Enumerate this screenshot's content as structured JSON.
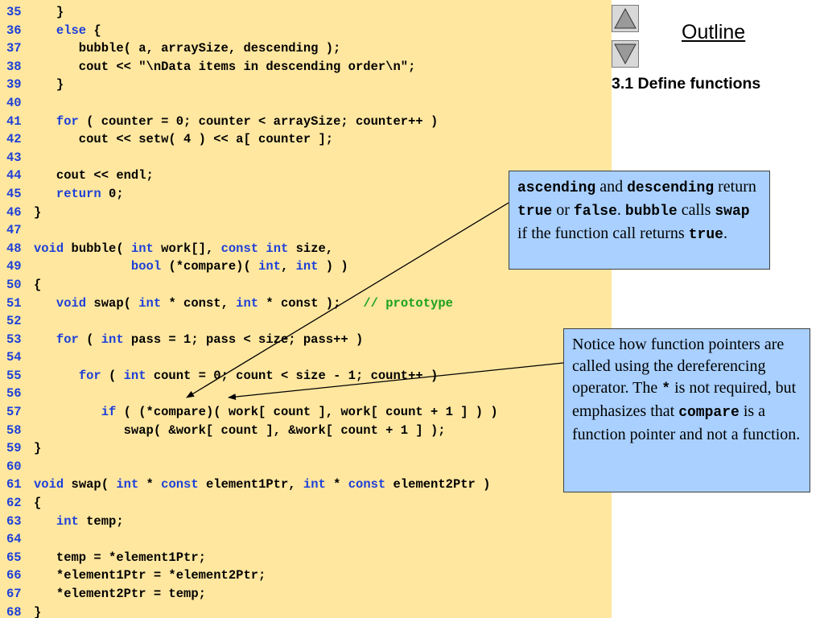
{
  "code_lines": [
    {
      "num": "35",
      "segs": [
        [
          "",
          "   }"
        ]
      ]
    },
    {
      "num": "36",
      "segs": [
        [
          "",
          "   "
        ],
        [
          "kw",
          "else"
        ],
        [
          "",
          " {"
        ]
      ]
    },
    {
      "num": "37",
      "segs": [
        [
          "",
          "      bubble( a, arraySize, descending );"
        ]
      ]
    },
    {
      "num": "38",
      "segs": [
        [
          "",
          "      cout << \"\\nData items in descending order\\n\";"
        ]
      ]
    },
    {
      "num": "39",
      "segs": [
        [
          "",
          "   }"
        ]
      ]
    },
    {
      "num": "40",
      "segs": []
    },
    {
      "num": "41",
      "segs": [
        [
          "",
          "   "
        ],
        [
          "kw",
          "for"
        ],
        [
          "",
          " ( counter = 0; counter < arraySize; counter++ )"
        ]
      ]
    },
    {
      "num": "42",
      "segs": [
        [
          "",
          "      cout << setw( 4 ) << a[ counter ];"
        ]
      ]
    },
    {
      "num": "43",
      "segs": []
    },
    {
      "num": "44",
      "segs": [
        [
          "",
          "   cout << endl;"
        ]
      ]
    },
    {
      "num": "45",
      "segs": [
        [
          "",
          "   "
        ],
        [
          "kw",
          "return"
        ],
        [
          "",
          " 0;"
        ]
      ]
    },
    {
      "num": "46",
      "segs": [
        [
          "",
          "}"
        ]
      ]
    },
    {
      "num": "47",
      "segs": []
    },
    {
      "num": "48",
      "segs": [
        [
          "kw",
          "void"
        ],
        [
          "",
          " bubble( "
        ],
        [
          "kw",
          "int"
        ],
        [
          "",
          " work[], "
        ],
        [
          "kw",
          "const"
        ],
        [
          "",
          " "
        ],
        [
          "kw",
          "int"
        ],
        [
          "",
          " size,"
        ]
      ]
    },
    {
      "num": "49",
      "segs": [
        [
          "",
          "             "
        ],
        [
          "kw",
          "bool"
        ],
        [
          "",
          " (*compare)( "
        ],
        [
          "kw",
          "int"
        ],
        [
          "",
          ", "
        ],
        [
          "kw",
          "int"
        ],
        [
          "",
          " ) )"
        ]
      ]
    },
    {
      "num": "50",
      "segs": [
        [
          "",
          "{"
        ]
      ]
    },
    {
      "num": "51",
      "segs": [
        [
          "",
          "   "
        ],
        [
          "kw",
          "void"
        ],
        [
          "",
          " swap( "
        ],
        [
          "kw",
          "int"
        ],
        [
          "",
          " * const, "
        ],
        [
          "kw",
          "int"
        ],
        [
          "",
          " * const );   "
        ],
        [
          "cm",
          "// prototype"
        ]
      ]
    },
    {
      "num": "52",
      "segs": []
    },
    {
      "num": "53",
      "segs": [
        [
          "",
          "   "
        ],
        [
          "kw",
          "for"
        ],
        [
          "",
          " ( "
        ],
        [
          "kw",
          "int"
        ],
        [
          "",
          " pass = 1; pass < size; pass++ )"
        ]
      ]
    },
    {
      "num": "54",
      "segs": []
    },
    {
      "num": "55",
      "segs": [
        [
          "",
          "      "
        ],
        [
          "kw",
          "for"
        ],
        [
          "",
          " ( "
        ],
        [
          "kw",
          "int"
        ],
        [
          "",
          " count = 0; count < size - 1; count++ )"
        ]
      ]
    },
    {
      "num": "56",
      "segs": []
    },
    {
      "num": "57",
      "segs": [
        [
          "",
          "         "
        ],
        [
          "kw",
          "if"
        ],
        [
          "",
          " ( (*compare)( work[ count ], work[ count + 1 ] ) )"
        ]
      ]
    },
    {
      "num": "58",
      "segs": [
        [
          "",
          "            swap( &work[ count ], &work[ count + 1 ] );"
        ]
      ]
    },
    {
      "num": "59",
      "segs": [
        [
          "",
          "}"
        ]
      ]
    },
    {
      "num": "60",
      "segs": []
    },
    {
      "num": "61",
      "segs": [
        [
          "kw",
          "void"
        ],
        [
          "",
          " swap( "
        ],
        [
          "kw",
          "int"
        ],
        [
          "",
          " * "
        ],
        [
          "kw",
          "const"
        ],
        [
          "",
          " element1Ptr, "
        ],
        [
          "kw",
          "int"
        ],
        [
          "",
          " * "
        ],
        [
          "kw",
          "const"
        ],
        [
          "",
          " element2Ptr )"
        ]
      ]
    },
    {
      "num": "62",
      "segs": [
        [
          "",
          "{"
        ]
      ]
    },
    {
      "num": "63",
      "segs": [
        [
          "",
          "   "
        ],
        [
          "kw",
          "int"
        ],
        [
          "",
          " temp;"
        ]
      ]
    },
    {
      "num": "64",
      "segs": []
    },
    {
      "num": "65",
      "segs": [
        [
          "",
          "   temp = *element1Ptr;"
        ]
      ]
    },
    {
      "num": "66",
      "segs": [
        [
          "",
          "   *element1Ptr = *element2Ptr;"
        ]
      ]
    },
    {
      "num": "67",
      "segs": [
        [
          "",
          "   *element2Ptr = temp;"
        ]
      ]
    },
    {
      "num": "68",
      "segs": [
        [
          "",
          "}"
        ]
      ]
    }
  ],
  "sidebar": {
    "outline_label": "Outline",
    "section_label": "3.1  Define functions",
    "up_icon": "triangle-up-icon",
    "down_icon": "triangle-down-icon"
  },
  "note1": {
    "t1": "ascending",
    "t2": " and ",
    "t3": "descending",
    "t4": " return ",
    "t5": "true",
    "t6": " or ",
    "t7": "false",
    "t8": ".  ",
    "t9": "bubble",
    "t10": " calls ",
    "t11": "swap",
    "t12": " if the function call returns ",
    "t13": "true",
    "t14": "."
  },
  "note2": {
    "t1": "Notice how function pointers are called using the dereferencing operator.  The ",
    "t2": "*",
    "t3": " is not required, but emphasizes that ",
    "t4": "compare",
    "t5": " is a function pointer and not a function."
  },
  "colors": {
    "code_background": "#ffe7a0",
    "keyword": "#1d3fd8",
    "comment": "#1aa11a",
    "callout_background": "#a9d0ff"
  }
}
